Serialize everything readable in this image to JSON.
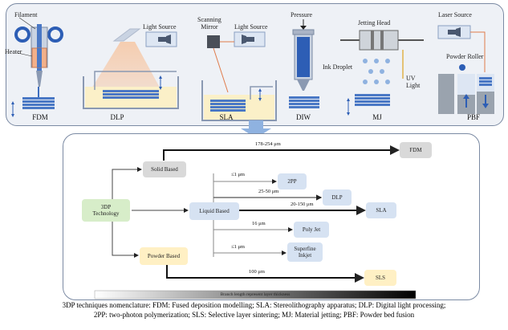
{
  "top_panel": {
    "filament": "Filament",
    "heater": "Heater",
    "light_source_dlp": "Light Source",
    "scanning_mirror": "Scanning\nMirror",
    "light_source_sla": "Light Source",
    "pressure": "Pressure",
    "jetting_head": "Jetting Head",
    "ink_droplet": "Ink Droplet",
    "uv_light": "UV\nLight",
    "laser_source": "Laser Source",
    "powder_roller": "Powder Roller",
    "process_labels": [
      "FDM",
      "DLP",
      "SLA",
      "DIW",
      "MJ",
      "PBF"
    ]
  },
  "tree": {
    "root": "3DP\nTechnology",
    "branches": [
      "Solid Based",
      "Liquid Based",
      "Powder Based"
    ],
    "leaves": {
      "fdm": "FDM",
      "tpp": "2PP",
      "dlp": "DLP",
      "sla": "SLA",
      "polyjet": "Poly Jet",
      "superfine": "Superfine\nInkjet",
      "sls": "SLS"
    },
    "distances": {
      "fdm": "178-254 μm",
      "tpp": "≤1 μm",
      "dlp": "25-50 μm",
      "sla": "20-150 μm",
      "polyjet": "16 μm",
      "superfine": "≤1 μm",
      "sls": "100 μm"
    },
    "legend": "Branch length represent layer thickness"
  },
  "caption_lines": [
    "3DP techniques nomenclature: FDM: Fused deposition modelling; SLA: Stereolithography apparatus; DLP: Digital light processing;",
    "2PP: two-photon polymerization; SLS: Selective layer sintering; MJ: Material jetting; PBF: Powder bed fusion"
  ],
  "colors": {
    "panel_bg": "#eef1f6",
    "panel_border": "#7b8aa3",
    "node_gray": "#d9d9d9",
    "node_green": "#d7edc9",
    "node_blue": "#d6e2f2",
    "node_yellow": "#fff0c4",
    "arrow_blue": "#8fb2e0",
    "print_blue": "#3f6fbf"
  }
}
